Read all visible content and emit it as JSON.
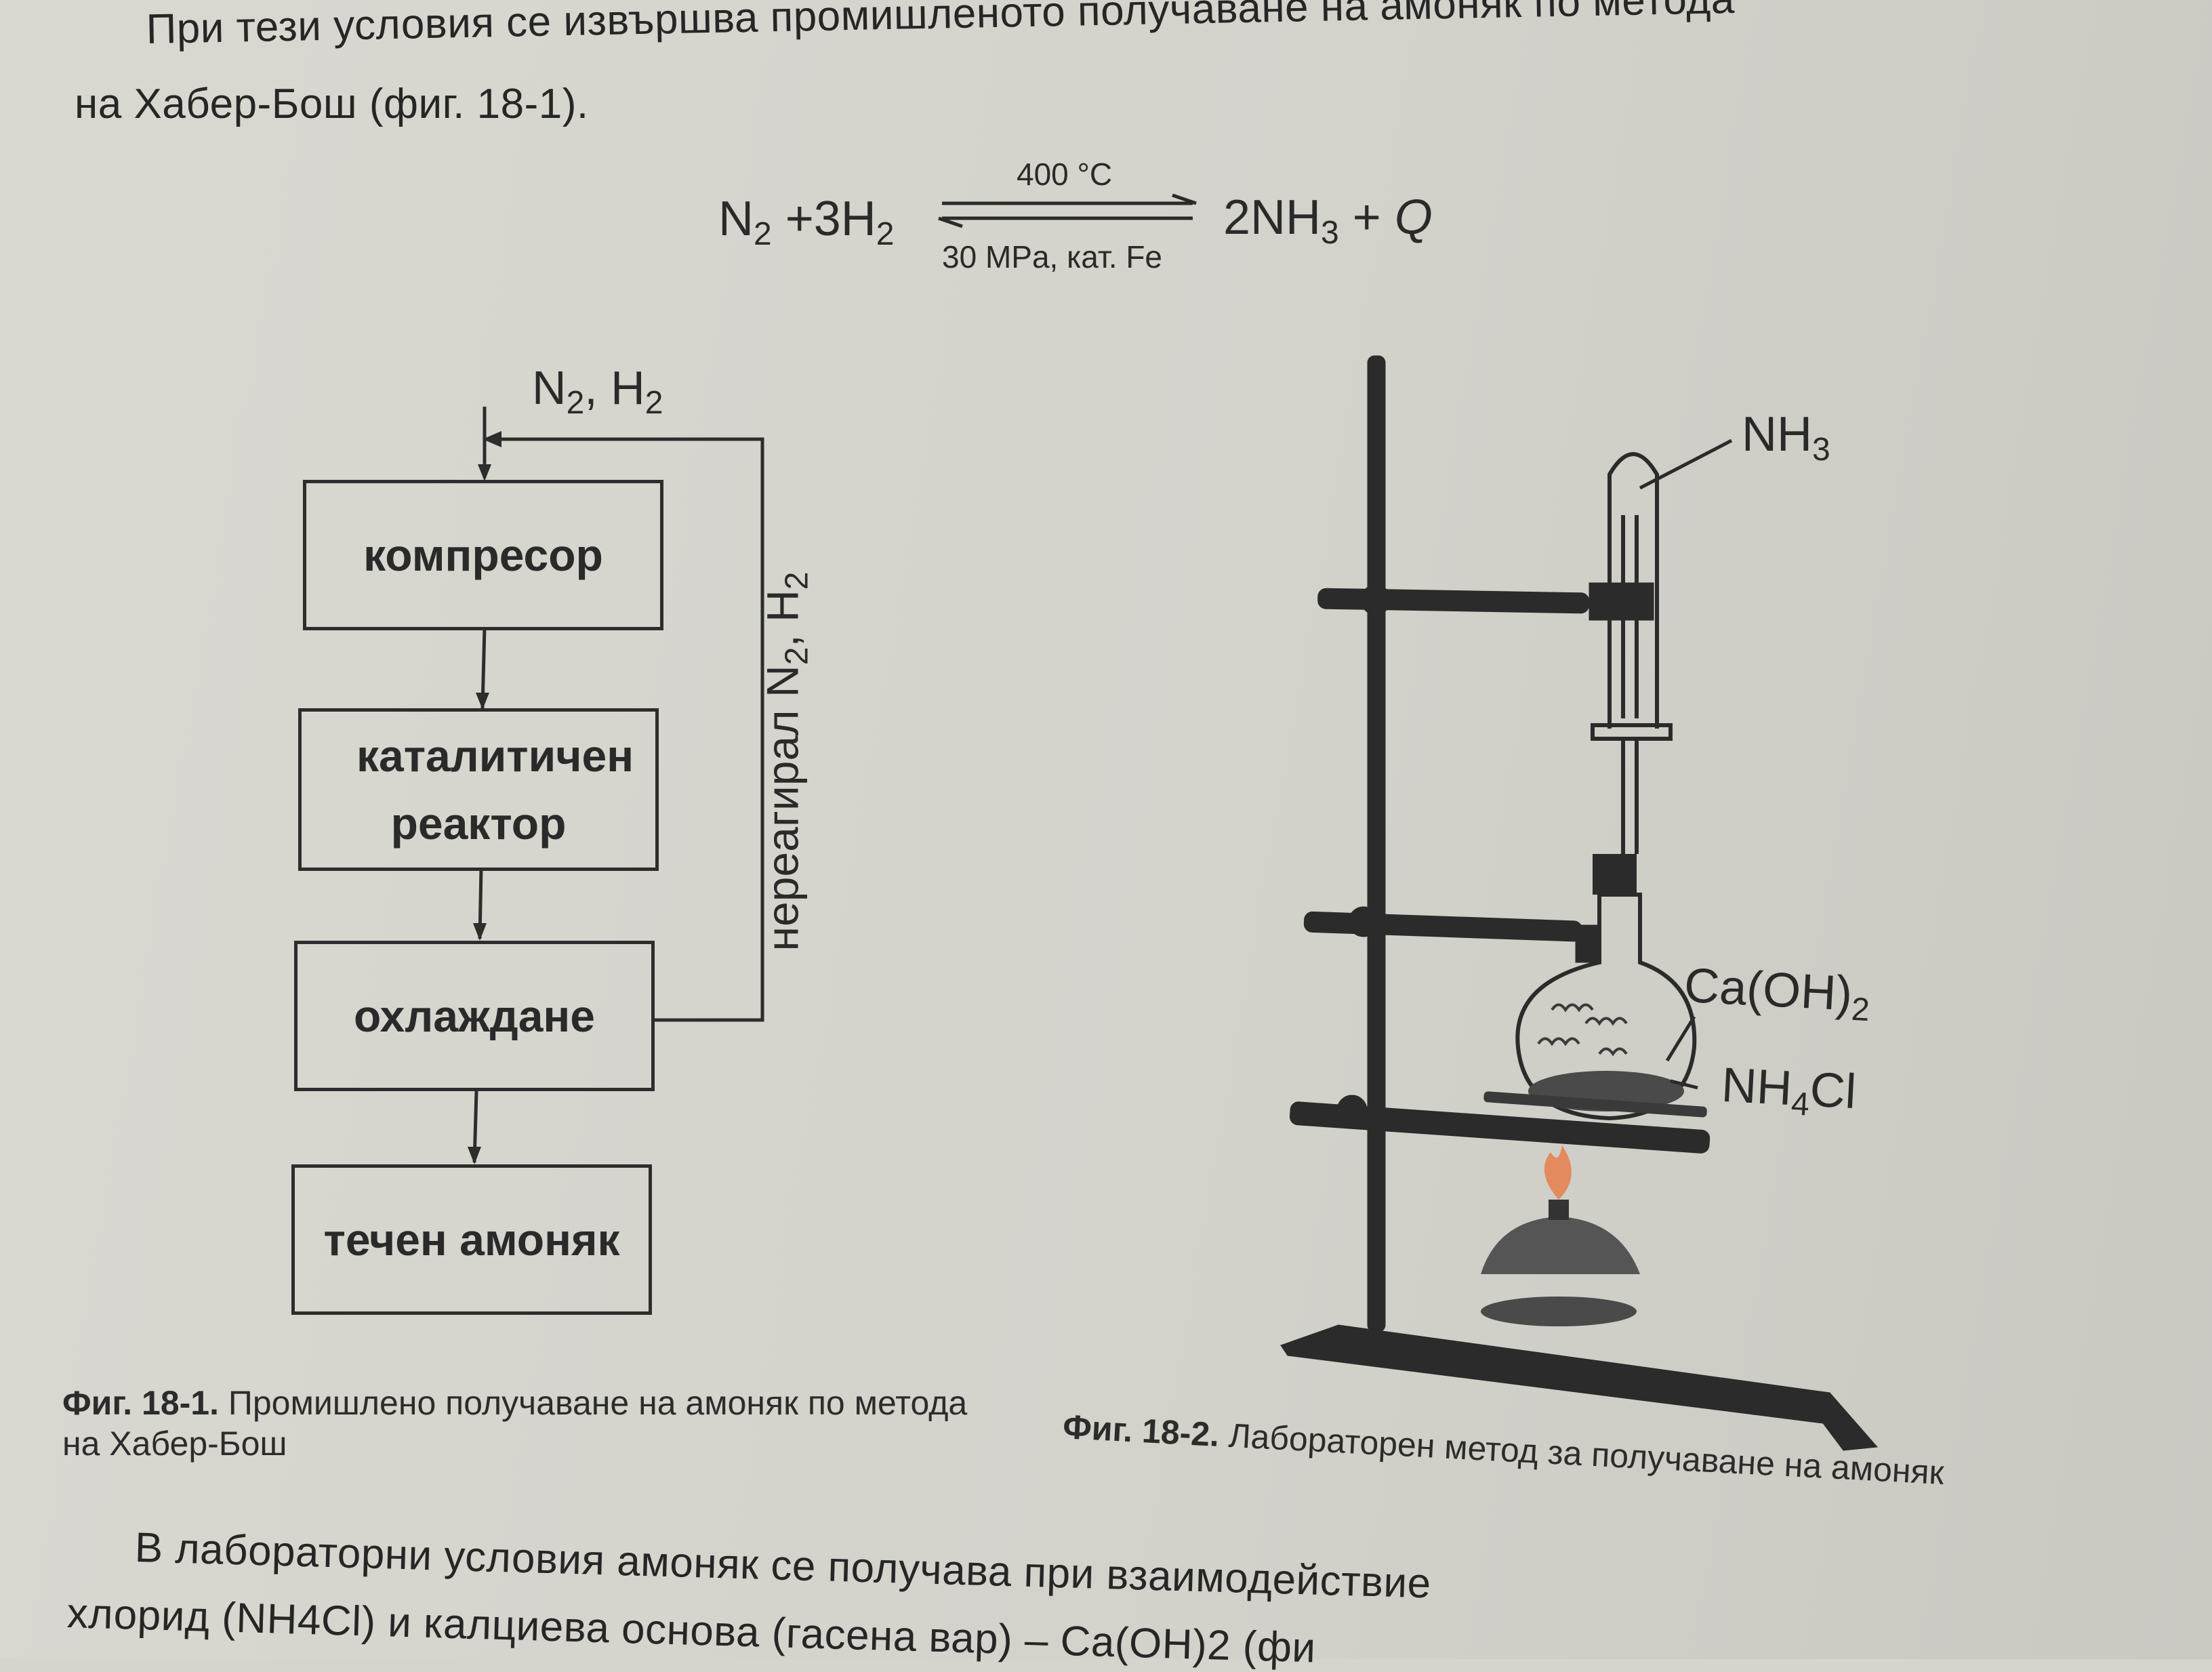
{
  "paragraph_top": {
    "line1": "При тези условия се извършва промишленото получаване на амоняк по метода",
    "line2": "на Хабер-Бош (фиг. 18-1)."
  },
  "equation": {
    "left": "N2 +3H2",
    "condition_top": "400 °C",
    "condition_bottom": "30 MPa, кат. Fe",
    "right": "2NH3 + Q"
  },
  "flowchart": {
    "input_label": "N2, H2",
    "boxes": [
      "компресор",
      "каталитичен реактор",
      "охлаждане",
      "течен амоняк"
    ],
    "recycle_label": "нереагирал N2, H2"
  },
  "apparatus": {
    "labels": [
      "NH3",
      "Ca(OH)2",
      "NH4Cl"
    ]
  },
  "captions": {
    "fig1_number": "Фиг. 18-1.",
    "fig1_text": "Промишлено получаване на амоняк по метода на Хабер-Бош",
    "fig2_number": "Фиг. 18-2.",
    "fig2_text": "Лабораторен метод за получаване на амоняк"
  },
  "paragraph_bottom": {
    "line1": "В лабораторни условия амоняк се получава при взаимодействие",
    "line2": "хлорид (NH4Cl) и калциева основа (гасена вар) – Ca(OH)2 (фи"
  }
}
